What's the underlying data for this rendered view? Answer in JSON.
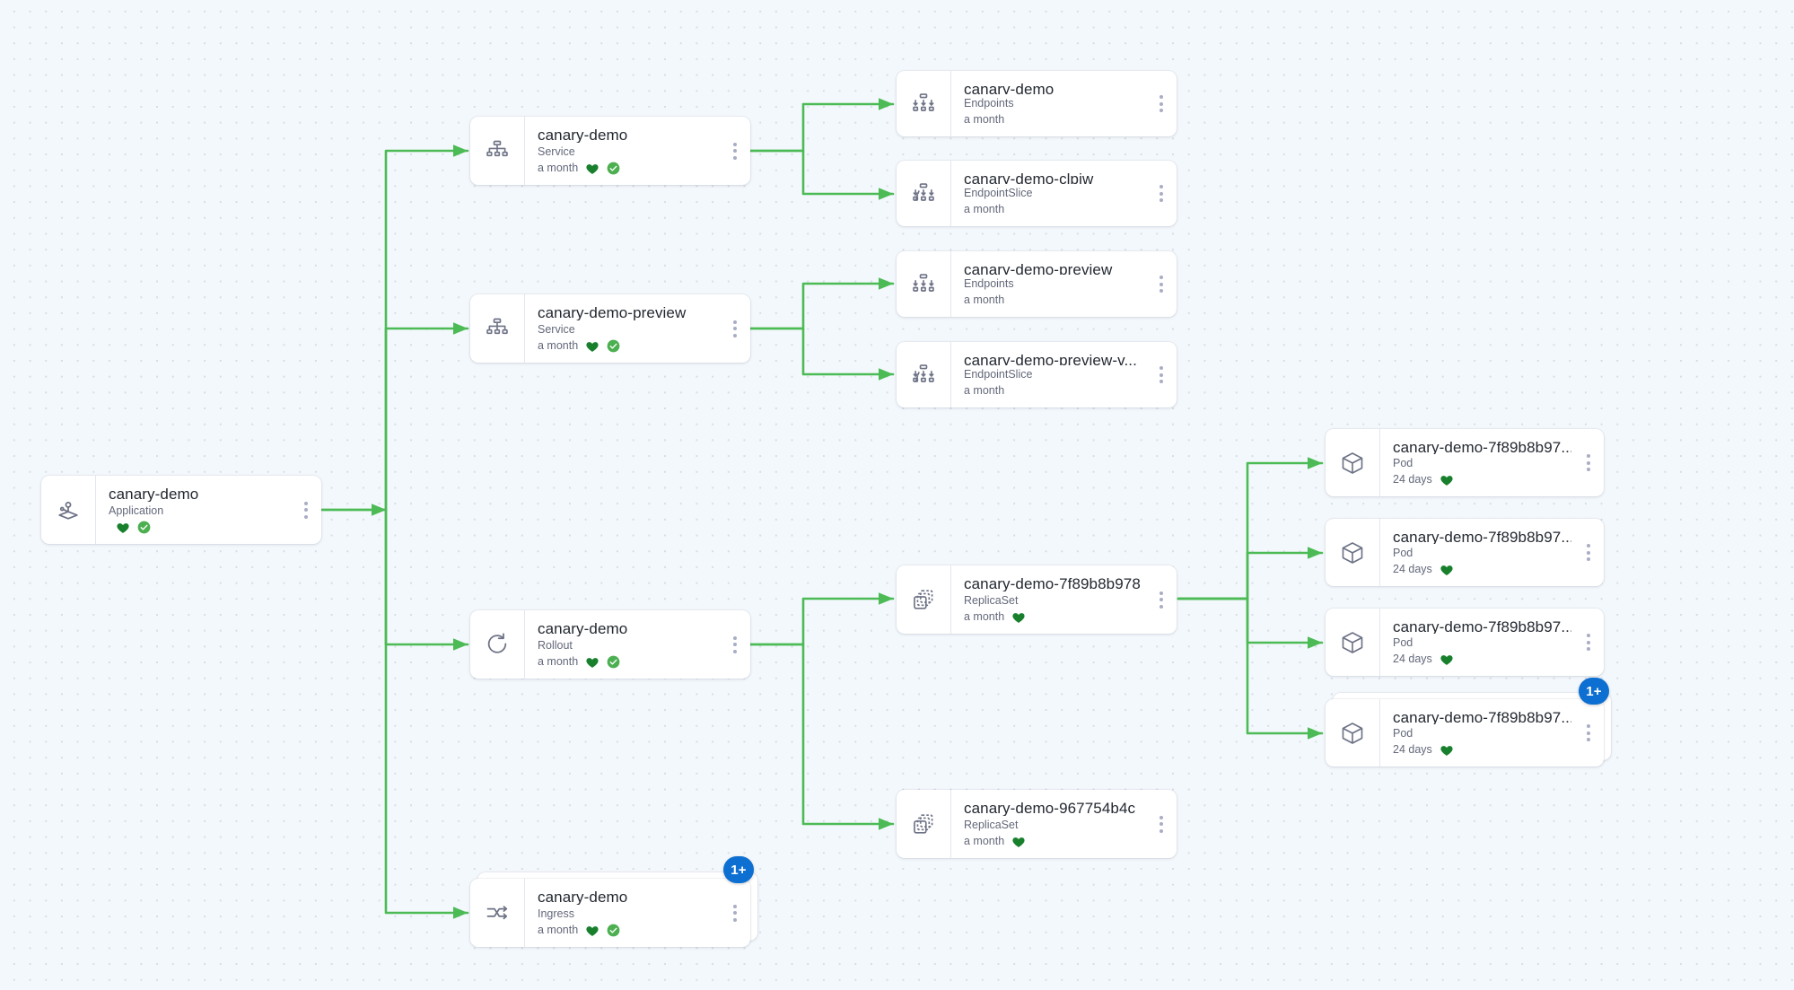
{
  "canvas": {
    "background_color": "#f3f8fc",
    "dot_color": "#d7dde6",
    "edge_color": "#4cbb55",
    "badge_color": "#0d6fd1",
    "healthy_heart_color": "#18802d",
    "synced_check_color": "#4caf50"
  },
  "nodes": [
    {
      "id": "app-canary-demo",
      "title": "canary-demo",
      "kind": "Application",
      "age": "",
      "icon": "application-icon",
      "health": "healthy-heart-icon",
      "sync": "synced-check-icon"
    },
    {
      "id": "svc-canary-demo",
      "title": "canary-demo",
      "kind": "Service",
      "age": "a month",
      "icon": "service-icon",
      "health": "healthy-heart-icon",
      "sync": "synced-check-icon"
    },
    {
      "id": "svc-canary-demo-preview",
      "title": "canary-demo-preview",
      "kind": "Service",
      "age": "a month",
      "icon": "service-icon",
      "health": "healthy-heart-icon",
      "sync": "synced-check-icon"
    },
    {
      "id": "rollout-canary-demo",
      "title": "canary-demo",
      "kind": "Rollout",
      "age": "a month",
      "icon": "rollout-icon",
      "health": "healthy-heart-icon",
      "sync": "synced-check-icon"
    },
    {
      "id": "ingress-canary-demo",
      "title": "canary-demo",
      "kind": "Ingress",
      "age": "a month",
      "icon": "ingress-icon",
      "health": "healthy-heart-icon",
      "sync": "synced-check-icon",
      "badge": "1+"
    },
    {
      "id": "ep-canary-demo",
      "title": "canary-demo",
      "kind": "Endpoints",
      "age": "a month",
      "icon": "endpoints-icon",
      "health": "",
      "sync": ""
    },
    {
      "id": "eps-canary-demo-clpjw",
      "title": "canary-demo-clpjw",
      "kind": "EndpointSlice",
      "age": "a month",
      "icon": "endpointslice-icon",
      "health": "",
      "sync": ""
    },
    {
      "id": "ep-canary-demo-preview",
      "title": "canary-demo-preview",
      "kind": "Endpoints",
      "age": "a month",
      "icon": "endpoints-icon",
      "health": "",
      "sync": ""
    },
    {
      "id": "eps-canary-demo-preview-v",
      "title": "canary-demo-preview-v...",
      "kind": "EndpointSlice",
      "age": "a month",
      "icon": "endpointslice-icon",
      "health": "",
      "sync": ""
    },
    {
      "id": "rs-7f89b8b978",
      "title": "canary-demo-7f89b8b978",
      "kind": "ReplicaSet",
      "age": "a month",
      "icon": "replicaset-icon",
      "health": "healthy-heart-icon",
      "sync": ""
    },
    {
      "id": "rs-967754b4c",
      "title": "canary-demo-967754b4c",
      "kind": "ReplicaSet",
      "age": "a month",
      "icon": "replicaset-icon",
      "health": "healthy-heart-icon",
      "sync": ""
    },
    {
      "id": "pod-1",
      "title": "canary-demo-7f89b8b97...",
      "kind": "Pod",
      "age": "24 days",
      "icon": "pod-icon",
      "health": "healthy-heart-icon",
      "sync": ""
    },
    {
      "id": "pod-2",
      "title": "canary-demo-7f89b8b97...",
      "kind": "Pod",
      "age": "24 days",
      "icon": "pod-icon",
      "health": "healthy-heart-icon",
      "sync": ""
    },
    {
      "id": "pod-3",
      "title": "canary-demo-7f89b8b97...",
      "kind": "Pod",
      "age": "24 days",
      "icon": "pod-icon",
      "health": "healthy-heart-icon",
      "sync": ""
    },
    {
      "id": "pod-4",
      "title": "canary-demo-7f89b8b97...",
      "kind": "Pod",
      "age": "24 days",
      "icon": "pod-icon",
      "health": "healthy-heart-icon",
      "sync": "",
      "badge": "1+"
    }
  ]
}
